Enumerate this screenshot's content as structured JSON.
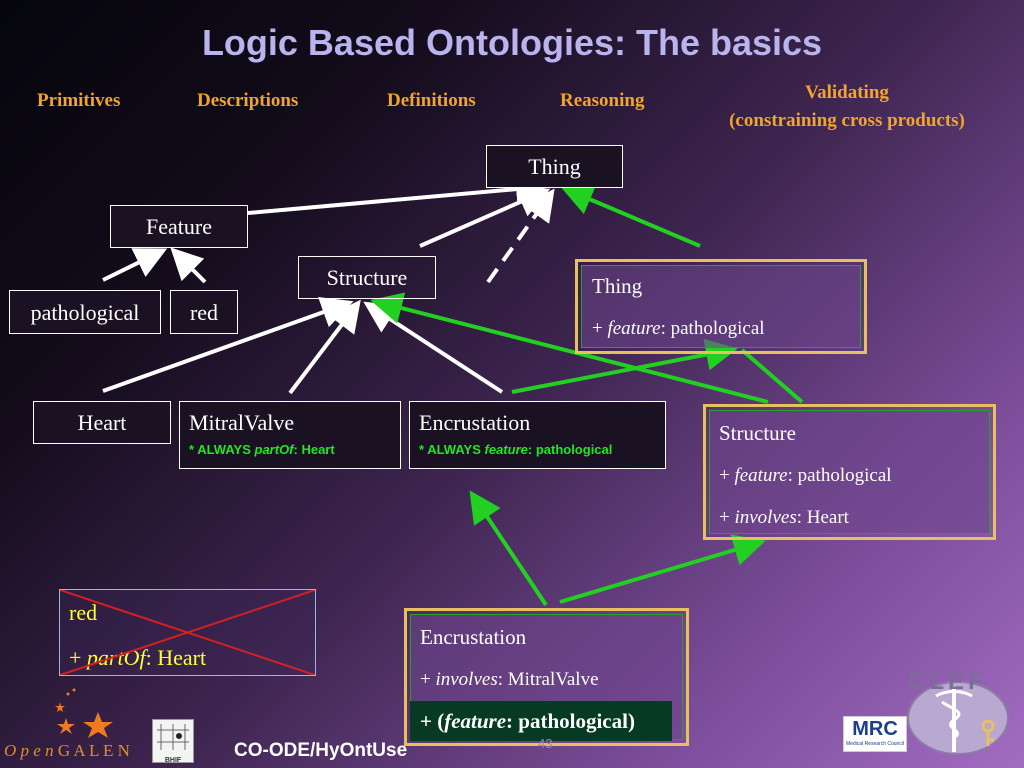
{
  "title": "Logic Based Ontologies: The basics",
  "headers": {
    "primitives": "Primitives",
    "descriptions": "Descriptions",
    "definitions": "Definitions",
    "reasoning": "Reasoning",
    "validating_1": "Validating",
    "validating_2": "(constraining cross products)"
  },
  "nodes": {
    "thing": "Thing",
    "feature": "Feature",
    "structure": "Structure",
    "pathological": "pathological",
    "red": "red",
    "heart": "Heart",
    "mitralvalve": "MitralValve",
    "mitralvalve_sub_a": "* ALWAYS ",
    "mitralvalve_sub_b": "partOf",
    "mitralvalve_sub_c": ": Heart",
    "encrustation": "Encrustation",
    "encrustation_sub_a": "* ALWAYS ",
    "encrustation_sub_b": "feature",
    "encrustation_sub_c": ": pathological"
  },
  "thing_box": {
    "title": "Thing",
    "line1_plus": "+ ",
    "line1_key": "feature",
    "line1_val": ": pathological"
  },
  "structure_box": {
    "title": "Structure",
    "line1_plus": "+ ",
    "line1_key": "feature",
    "line1_val": ": pathological",
    "line2_plus": "+ ",
    "line2_key": "involves",
    "line2_val": ": Heart"
  },
  "encrustation_box": {
    "title": "Encrustation",
    "line1_plus": "+ ",
    "line1_key": "involves",
    "line1_val": ": MitralValve",
    "line2_a": "+ (",
    "line2_key": "feature",
    "line2_b": ": pathological)"
  },
  "crossed_box": {
    "line1": "red",
    "line2_plus": "+ ",
    "line2_key": "partOf",
    "line2_val": ": Heart"
  },
  "footer": {
    "project": "CO-ODE/HyOntUse",
    "page_number": "43",
    "opengalen_a": "O p e n ",
    "opengalen_b": "G A L E N",
    "mrc": "MRC",
    "mrc_sub": "Medical Research Council",
    "bhif": "BHIF",
    "clef": "CLEF"
  }
}
